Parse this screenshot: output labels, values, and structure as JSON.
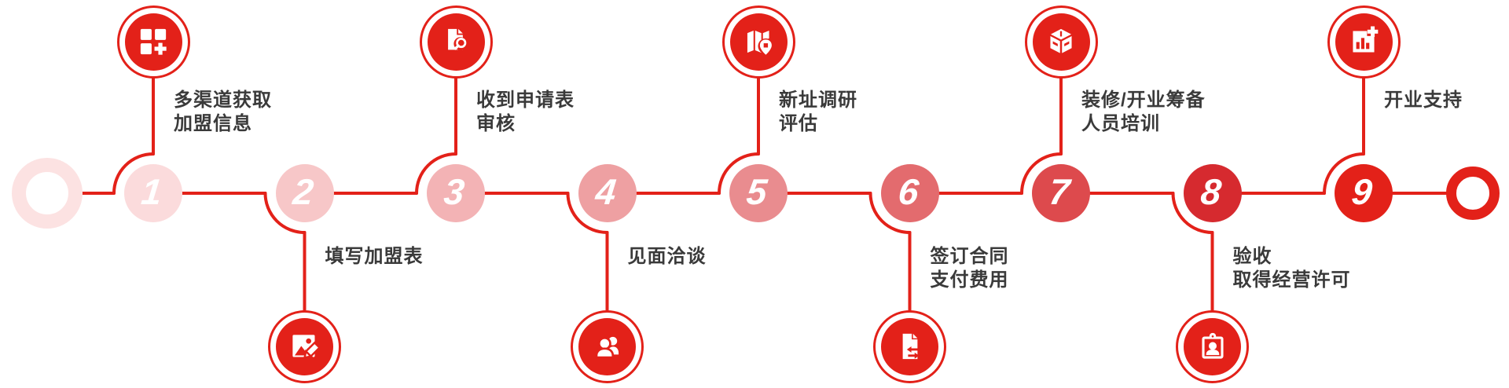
{
  "diagram": {
    "line_color": "#e32119",
    "label_color": "#3a3a3a",
    "number_color": "#ffffff",
    "background_color": "#ffffff",
    "start_marker": {
      "icon": "start-ring-icon",
      "color": "#fce2e2"
    },
    "end_marker": {
      "icon": "end-ring-icon",
      "color": "#e32119"
    },
    "steps": [
      {
        "number": "1",
        "side": "top",
        "icon": "apps-plus-icon",
        "circle_color": "#fbdbdc",
        "label_lines": [
          "多渠道获取",
          "加盟信息"
        ]
      },
      {
        "number": "2",
        "side": "bottom",
        "icon": "image-edit-icon",
        "circle_color": "#f7c7c8",
        "label_lines": [
          "填写加盟表"
        ]
      },
      {
        "number": "3",
        "side": "top",
        "icon": "document-search-icon",
        "circle_color": "#f3b3b5",
        "label_lines": [
          "收到申请表",
          "审核"
        ]
      },
      {
        "number": "4",
        "side": "bottom",
        "icon": "users-icon",
        "circle_color": "#eea0a2",
        "label_lines": [
          "见面洽谈"
        ]
      },
      {
        "number": "5",
        "side": "top",
        "icon": "map-pin-icon",
        "circle_color": "#e98c8f",
        "label_lines": [
          "新址调研",
          "评估"
        ]
      },
      {
        "number": "6",
        "side": "bottom",
        "icon": "document-transfer-icon",
        "circle_color": "#e36b6e",
        "label_lines": [
          "签订合同",
          "支付费用"
        ]
      },
      {
        "number": "7",
        "side": "top",
        "icon": "cube-icon",
        "circle_color": "#dd4a4d",
        "label_lines": [
          "装修/开业筹备",
          "人员培训"
        ]
      },
      {
        "number": "8",
        "side": "bottom",
        "icon": "id-badge-icon",
        "circle_color": "#d62a2f",
        "label_lines": [
          "验收",
          "取得经营许可"
        ]
      },
      {
        "number": "9",
        "side": "top",
        "icon": "chart-plus-icon",
        "circle_color": "#e32119",
        "label_lines": [
          "开业支持"
        ]
      }
    ]
  }
}
